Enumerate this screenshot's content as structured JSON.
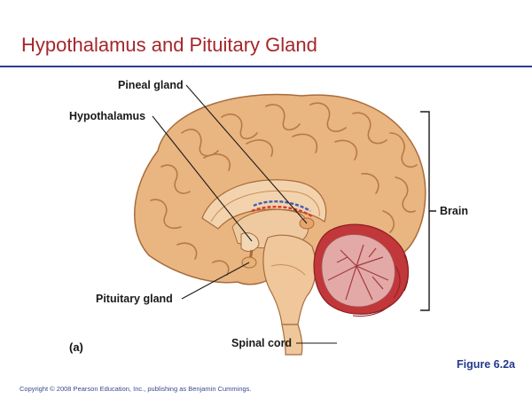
{
  "slide": {
    "title": "Hypothalamus and Pituitary Gland",
    "figure_ref": "Figure 6.2a",
    "part_label": "(a)",
    "copyright": "Copyright © 2008 Pearson Education, Inc., publishing as Benjamin Cummings."
  },
  "diagram": {
    "labels": {
      "pineal": "Pineal gland",
      "hypothalamus": "Hypothalamus",
      "pituitary": "Pituitary gland",
      "spinal": "Spinal cord",
      "brain": "Brain"
    }
  },
  "colors": {
    "title": "#a5262a",
    "rule": "#2b3f8c",
    "brain_fill": "#e9b581",
    "brain_stroke": "#a86c3c",
    "cerebellum": "#e2a9a7",
    "cerebellum_lobe": "#c1373a",
    "figure_ref": "#22398a"
  }
}
